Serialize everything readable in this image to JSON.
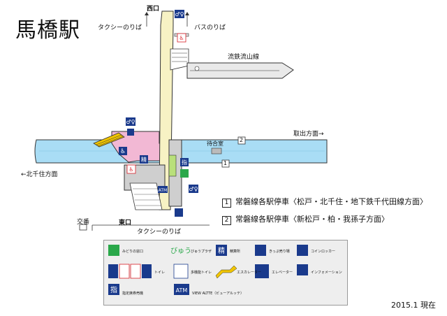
{
  "title": "馬橋駅",
  "date": "2015.1 現在",
  "labels": {
    "west_exit": "西口",
    "east_exit": "東口",
    "taxi_nw": "タクシーのりば",
    "bus": "バスのりば",
    "ryutetsu": "流鉄流山線",
    "toride": "取出方面→",
    "kitasenju": "←北千住方面",
    "waiting": "待合室",
    "koban": "交番",
    "taxi_e": "タクシーのりば",
    "plat1": "1",
    "plat2": "2"
  },
  "notes": [
    {
      "num": "1",
      "text": "常磐線各駅停車〈松戸・北千住・地下鉄千代田線方面〉"
    },
    {
      "num": "2",
      "text": "常磐線各駅停車〈新松戸・柏・我孫子方面〉"
    }
  ],
  "legend": {
    "midori": "みどりの窓口",
    "viewplaza": "びゅうプラザ",
    "seisan": "精算所",
    "kippu": "きっぷ売り場",
    "locker": "コインロッカー",
    "toilet": "トイレ",
    "multi_toilet": "多機能トイレ",
    "escalator": "エスカレーター",
    "elevator": "エレベーター",
    "info": "インフォメーション",
    "shitei": "指定席券売機",
    "atm": "VIEW ALTTE（ビューアルッテ）",
    "view_word": "びゅう",
    "seisan_glyph": "精",
    "shitei_glyph": "指",
    "atm_glyph": "ATM"
  },
  "colors": {
    "platform": "#a9ddf5",
    "station_floor": "#f2b8d4",
    "bridge": "#f7f2c4",
    "building": "#cfcfcf",
    "green_accent": "#b9e07a",
    "escalator_yellow": "#f0c400",
    "icon_blue": "#1a3a8c",
    "icon_green": "#2aa84a",
    "icon_red": "#d81f26"
  }
}
